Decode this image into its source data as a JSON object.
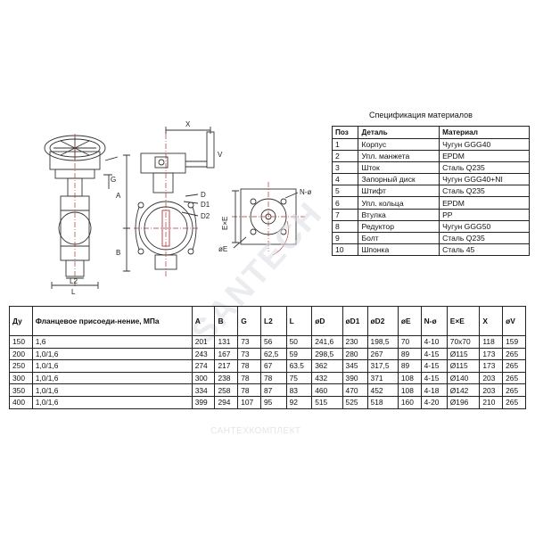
{
  "spec": {
    "title": "Спецификация материалов",
    "headers": [
      "Поз",
      "Деталь",
      "Материал"
    ],
    "rows": [
      [
        "1",
        "Корпус",
        "Чугун GGG40"
      ],
      [
        "2",
        "Упл. манжета",
        "EPDM"
      ],
      [
        "3",
        "Шток",
        "Сталь Q235"
      ],
      [
        "4",
        "Запорный диск",
        "Чугун GGG40+NI"
      ],
      [
        "5",
        "Штифт",
        "Сталь Q235"
      ],
      [
        "6",
        "Упл. кольца",
        "EPDM"
      ],
      [
        "7",
        "Втулка",
        "PP"
      ],
      [
        "8",
        "Редуктор",
        "Чугун GGG50"
      ],
      [
        "9",
        "Болт",
        "Сталь Q235"
      ],
      [
        "10",
        "Шпонка",
        "Сталь 45"
      ]
    ]
  },
  "dimensions": {
    "headers": [
      "Ду",
      "Фланцевое присоеди-нение, МПа",
      "A",
      "B",
      "G",
      "L2",
      "L",
      "øD",
      "øD1",
      "øD2",
      "øE",
      "N-ø",
      "E×E",
      "X",
      "øV"
    ],
    "rows": [
      [
        "150",
        "1,6",
        "201",
        "131",
        "73",
        "56",
        "50",
        "241,6",
        "230",
        "198,5",
        "70",
        "4-10",
        "70x70",
        "118",
        "159"
      ],
      [
        "200",
        "1,0/1,6",
        "243",
        "167",
        "73",
        "62,5",
        "59",
        "298,5",
        "280",
        "267",
        "89",
        "4-15",
        "Ø115",
        "173",
        "265"
      ],
      [
        "250",
        "1,0/1,6",
        "274",
        "217",
        "78",
        "67",
        "63.5",
        "362",
        "345",
        "317,5",
        "89",
        "4-15",
        "Ø115",
        "173",
        "265"
      ],
      [
        "300",
        "1,0/1,6",
        "300",
        "238",
        "78",
        "78",
        "75",
        "432",
        "390",
        "371",
        "108",
        "4-15",
        "Ø140",
        "203",
        "265"
      ],
      [
        "350",
        "1,0/1,6",
        "334",
        "258",
        "78",
        "87",
        "83",
        "460",
        "470",
        "452",
        "108",
        "4-18",
        "Ø142",
        "203",
        "265"
      ],
      [
        "400",
        "1,0/1,6",
        "399",
        "294",
        "107",
        "95",
        "92",
        "515",
        "525",
        "518",
        "160",
        "4-20",
        "Ø196",
        "210",
        "265"
      ]
    ]
  },
  "drawing_labels": {
    "x": "X",
    "v": "V",
    "a": "A",
    "b": "B",
    "d": "D",
    "d1": "D1",
    "d2": "D2",
    "e": "øE",
    "exe": "E×E",
    "nphi": "N-ø",
    "l": "L",
    "l2": "L2",
    "g": "G"
  },
  "watermarks": {
    "main": "SANTECH",
    "footer": "САНТЕХКОМПЛЕКТ"
  }
}
